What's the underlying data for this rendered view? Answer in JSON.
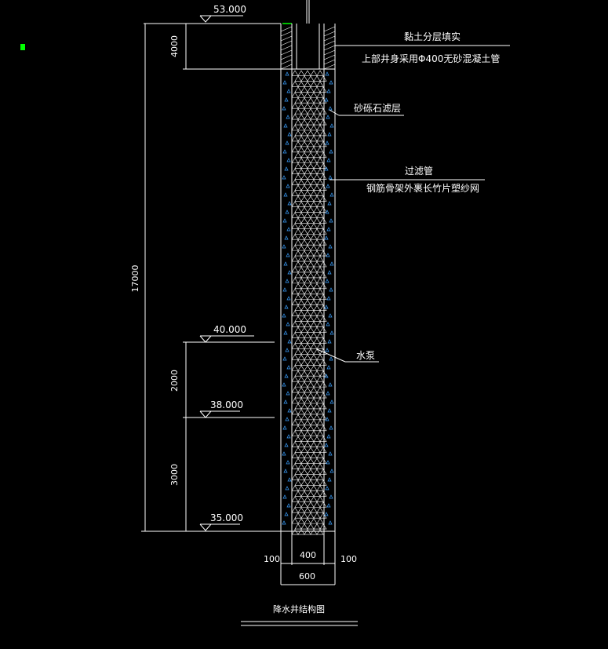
{
  "colors": {
    "background": "#000000",
    "lines": "#ffffff",
    "fill_triangles": "#ffffff",
    "gravel_dots": "#3aa0ff",
    "accent_marker": "#00ff00"
  },
  "elevations": [
    "53.000",
    "40.000",
    "38.000",
    "35.000"
  ],
  "dimensions": {
    "top_segment": "4000",
    "total_depth": "17000",
    "mid_segment": "2000",
    "bottom_segment": "3000",
    "wall_left": "100",
    "inner_width": "400",
    "wall_right": "100",
    "outer_width": "600"
  },
  "labels": {
    "backfill_line1": "黏土分层填实",
    "backfill_line2": "上部井身采用Φ400无砂混凝土管",
    "gravel_filter": "砂砾石滤层",
    "filter_pipe_line1": "过滤管",
    "filter_pipe_line2": "钢筋骨架外裹长竹片塑纱网",
    "pump": "水泵"
  },
  "title": "降水井结构图"
}
